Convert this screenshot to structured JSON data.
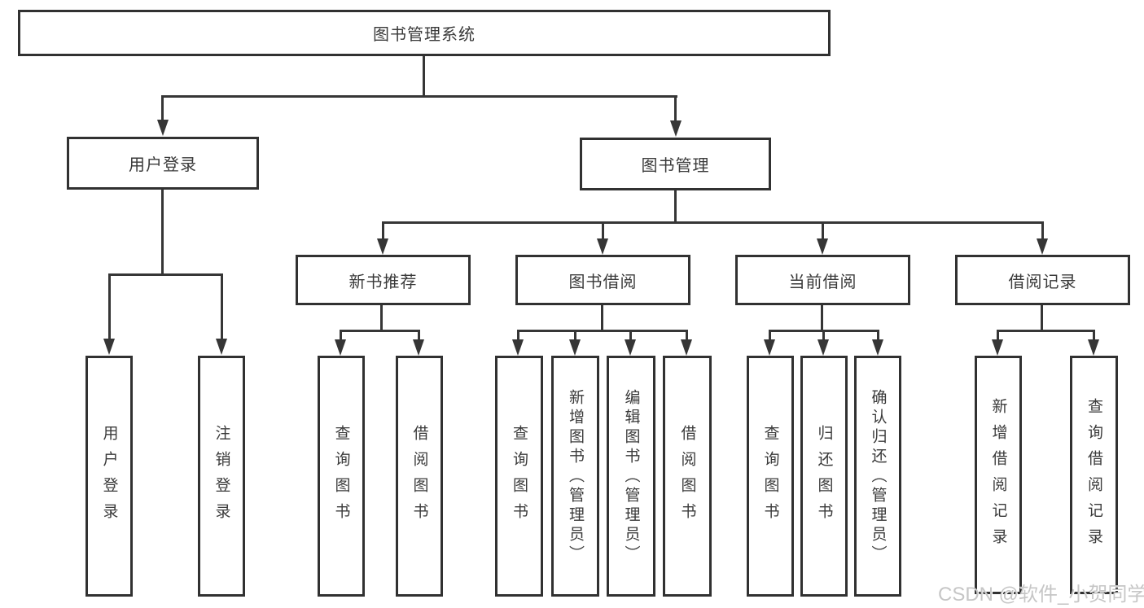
{
  "diagram_type": "functional-structure-chart",
  "colors": {
    "background": "#ffffff",
    "line": "#363636",
    "box_border": "#313131",
    "text": "#3a3a3a",
    "watermark": "#c6c6c6"
  },
  "tree": {
    "root": {
      "label": "图书管理系统",
      "children": [
        {
          "label": "用户登录",
          "children": [
            {
              "label": "用户登录"
            },
            {
              "label": "注销登录"
            }
          ]
        },
        {
          "label": "图书管理",
          "children": [
            {
              "label": "新书推荐",
              "children": [
                {
                  "label": "查询图书"
                },
                {
                  "label": "借阅图书"
                }
              ]
            },
            {
              "label": "图书借阅",
              "children": [
                {
                  "label": "查询图书"
                },
                {
                  "label": "新增图书（管理员）"
                },
                {
                  "label": "编辑图书（管理员）"
                },
                {
                  "label": "借阅图书"
                }
              ]
            },
            {
              "label": "当前借阅",
              "children": [
                {
                  "label": "查询图书"
                },
                {
                  "label": "归还图书"
                },
                {
                  "label": "确认归还（管理员）"
                }
              ]
            },
            {
              "label": "借阅记录",
              "children": [
                {
                  "label": "新增借阅记录"
                },
                {
                  "label": "查询借阅记录"
                }
              ]
            }
          ]
        }
      ]
    }
  },
  "watermark": {
    "text": "CSDN @软件_小贺同学"
  }
}
